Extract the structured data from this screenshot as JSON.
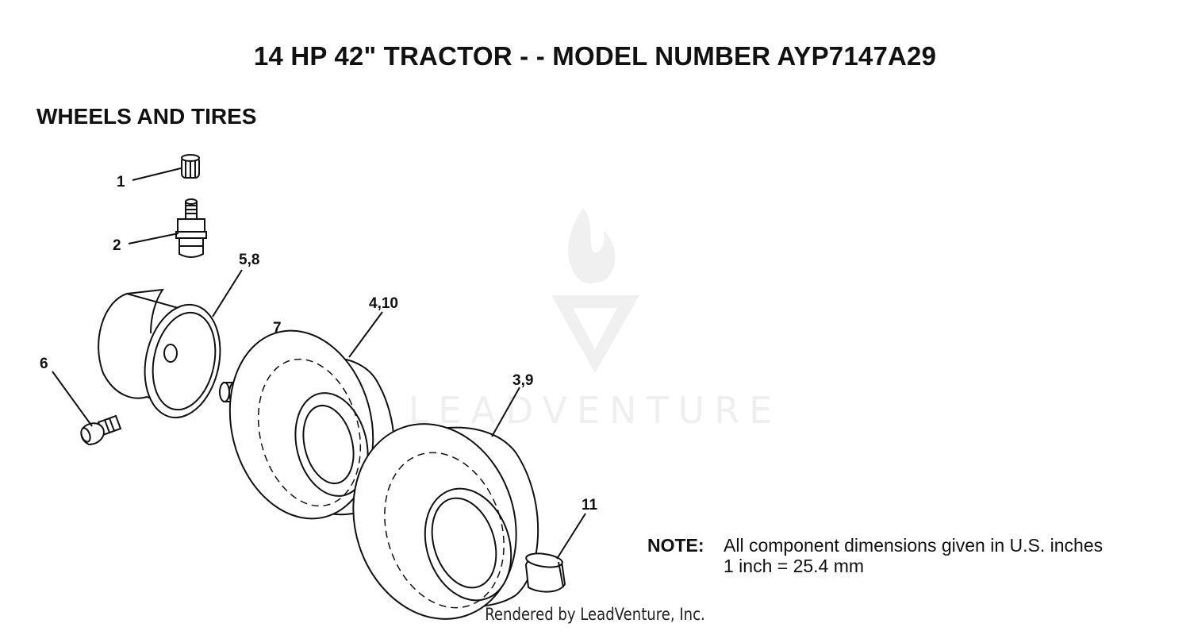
{
  "title": "14 HP 42\" TRACTOR - - MODEL NUMBER AYP7147A29",
  "section_title": "WHEELS AND TIRES",
  "callouts": {
    "c1": "1",
    "c2": "2",
    "c58": "5,8",
    "c7": "7",
    "c410": "4,10",
    "c6": "6",
    "c39": "3,9",
    "c11": "11"
  },
  "note": {
    "label": "NOTE:",
    "line1": "All component dimensions given in U.S. inches",
    "line2": "1 inch = 25.4 mm"
  },
  "watermark": "LEADVENTURE",
  "footer": "Rendered by LeadVenture, Inc."
}
